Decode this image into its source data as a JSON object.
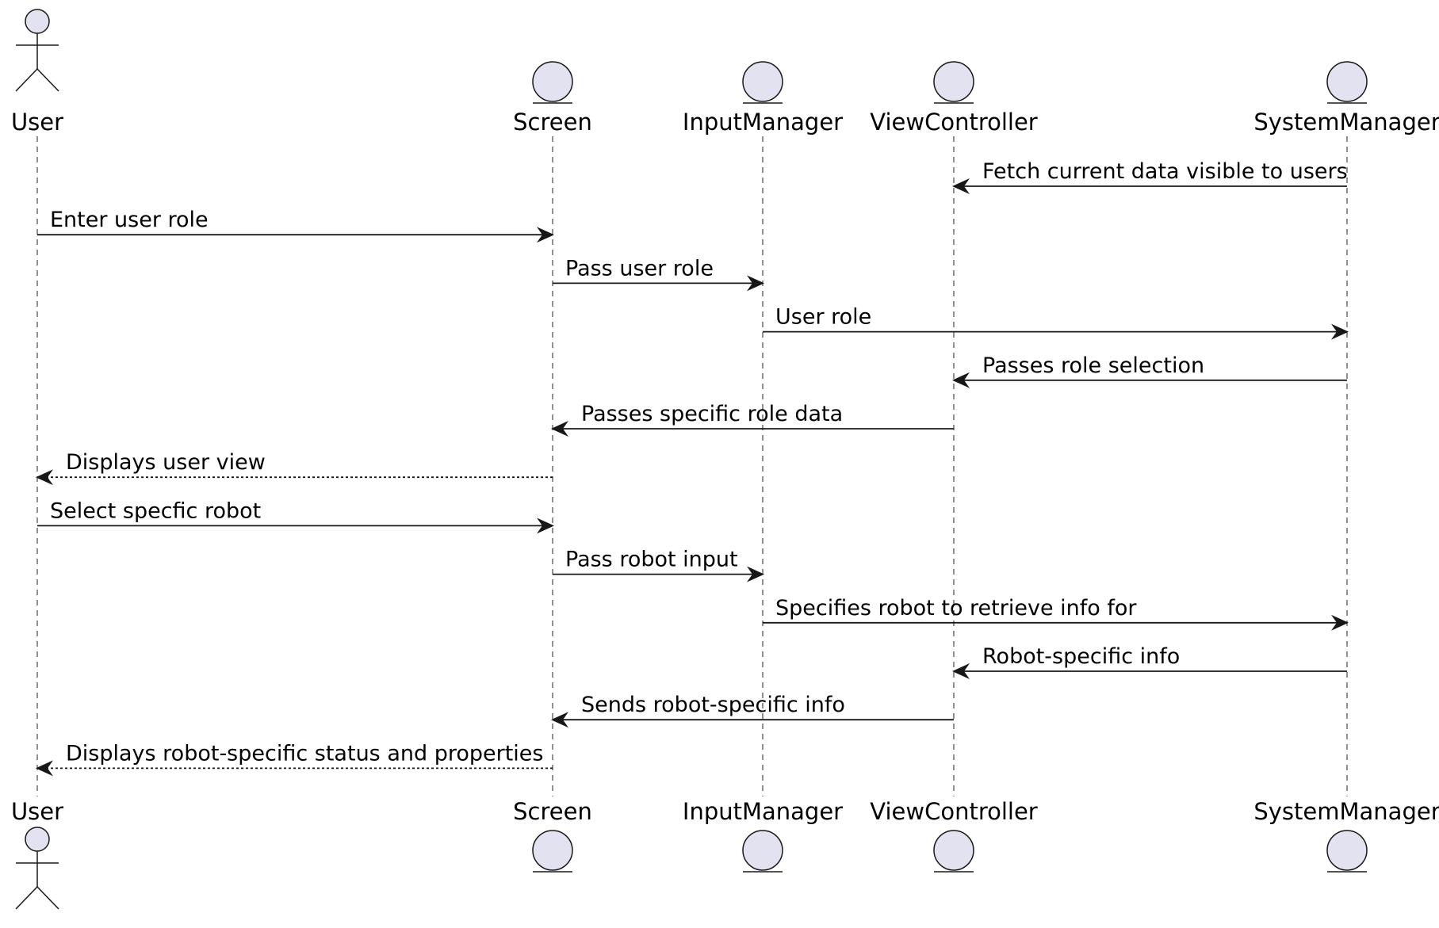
{
  "participants": [
    {
      "id": "user",
      "label": "User",
      "type": "actor"
    },
    {
      "id": "screen",
      "label": "Screen",
      "type": "entity"
    },
    {
      "id": "inputmanager",
      "label": "InputManager",
      "type": "entity"
    },
    {
      "id": "viewcontroller",
      "label": "ViewController",
      "type": "entity"
    },
    {
      "id": "systemmanager",
      "label": "SystemManager",
      "type": "entity"
    }
  ],
  "messages": [
    {
      "from": "systemmanager",
      "to": "viewcontroller",
      "label": "Fetch current data visible to users",
      "style": "solid"
    },
    {
      "from": "user",
      "to": "screen",
      "label": "Enter user role",
      "style": "solid"
    },
    {
      "from": "screen",
      "to": "inputmanager",
      "label": "Pass user role",
      "style": "solid"
    },
    {
      "from": "inputmanager",
      "to": "systemmanager",
      "label": "User role",
      "style": "solid"
    },
    {
      "from": "systemmanager",
      "to": "viewcontroller",
      "label": "Passes role selection",
      "style": "solid"
    },
    {
      "from": "viewcontroller",
      "to": "screen",
      "label": "Passes specific role data",
      "style": "solid"
    },
    {
      "from": "screen",
      "to": "user",
      "label": "Displays user view",
      "style": "dashed"
    },
    {
      "from": "user",
      "to": "screen",
      "label": "Select specfic robot",
      "style": "solid"
    },
    {
      "from": "screen",
      "to": "inputmanager",
      "label": "Pass robot input",
      "style": "solid"
    },
    {
      "from": "inputmanager",
      "to": "systemmanager",
      "label": "Specifies robot to retrieve info for",
      "style": "solid"
    },
    {
      "from": "systemmanager",
      "to": "viewcontroller",
      "label": "Robot-specific info",
      "style": "solid"
    },
    {
      "from": "viewcontroller",
      "to": "screen",
      "label": "Sends robot-specific info",
      "style": "solid"
    },
    {
      "from": "screen",
      "to": "user",
      "label": "Displays robot-specific status and properties",
      "style": "dashed"
    }
  ],
  "colors": {
    "participant_fill": "#E2E2F0",
    "line": "#181818",
    "lifeline": "#555555",
    "text": "#000000",
    "background": "#FFFFFF"
  }
}
